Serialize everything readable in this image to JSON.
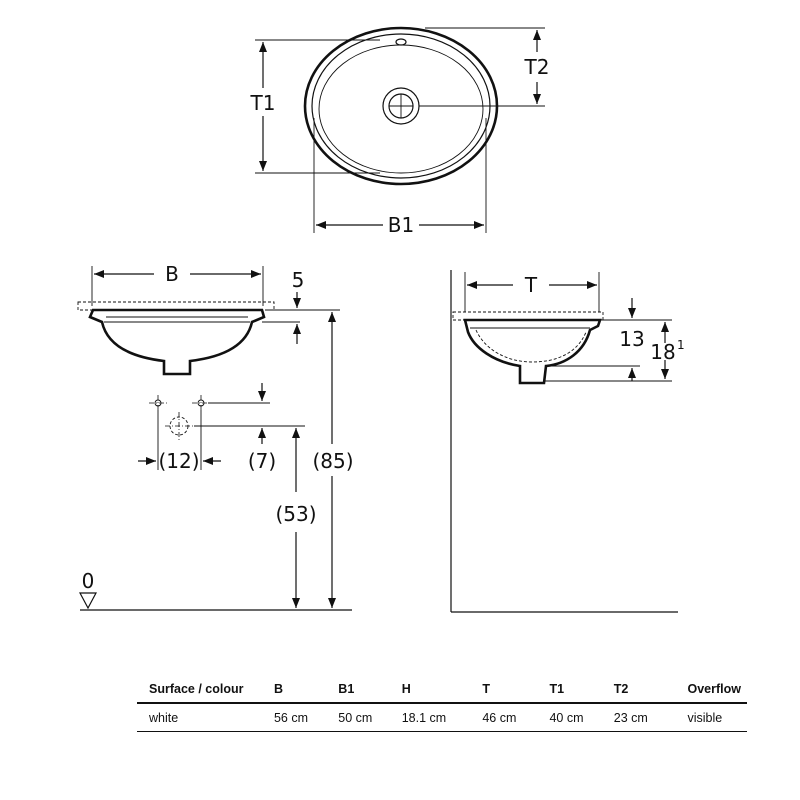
{
  "labels": {
    "t1": "T1",
    "t2": "T2",
    "b1": "B1",
    "b": "B",
    "t": "T",
    "five": "5",
    "thirteen": "13",
    "eighteen": "18",
    "eighteen_sup": "1",
    "twelve": "(12)",
    "seven": "(7)",
    "eightyfive": "(85)",
    "fiftythree": "(53)",
    "zero": "0"
  },
  "table": {
    "headers": [
      "Surface / colour",
      "B",
      "B1",
      "H",
      "T",
      "T1",
      "T2",
      "Overflow"
    ],
    "row": [
      "white",
      "56 cm",
      "50 cm",
      "18.1 cm",
      "46 cm",
      "40 cm",
      "23 cm",
      "visible"
    ]
  }
}
